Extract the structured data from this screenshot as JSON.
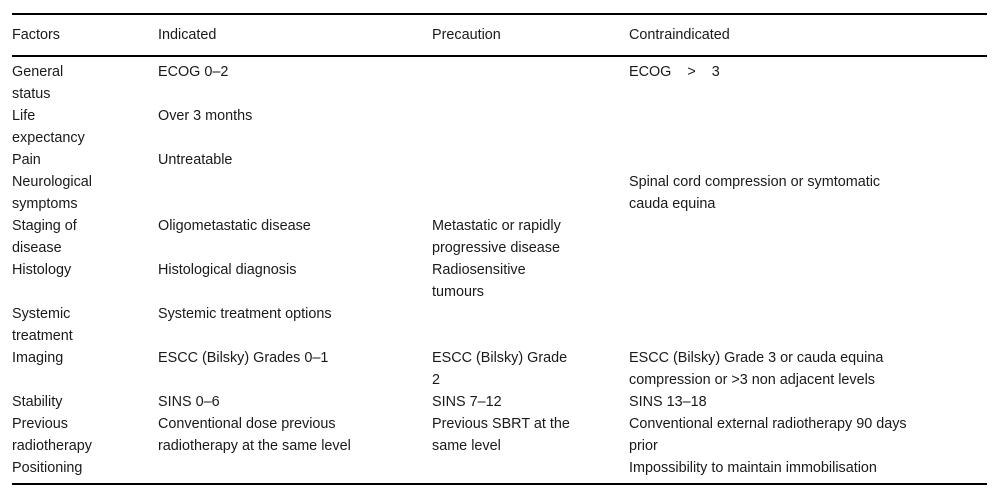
{
  "table": {
    "columns": [
      {
        "key": "factors",
        "label": "Factors"
      },
      {
        "key": "indicated",
        "label": "Indicated"
      },
      {
        "key": "precaution",
        "label": "Precaution"
      },
      {
        "key": "contraindicated",
        "label": "Contraindicated"
      }
    ],
    "rows": [
      {
        "factors": "General\nstatus",
        "indicated": "ECOG 0–2",
        "precaution": "",
        "contraindicated": "ECOG    >    3"
      },
      {
        "factors": "Life\nexpectancy",
        "indicated": "Over 3 months",
        "precaution": "",
        "contraindicated": ""
      },
      {
        "factors": "Pain",
        "indicated": "Untreatable",
        "precaution": "",
        "contraindicated": ""
      },
      {
        "factors": "Neurological\nsymptoms",
        "indicated": "",
        "precaution": "",
        "contraindicated": "Spinal cord compression or symtomatic\ncauda equina"
      },
      {
        "factors": "Staging of\ndisease",
        "indicated": "Oligometastatic disease",
        "precaution": "Metastatic or rapidly\nprogressive disease",
        "contraindicated": ""
      },
      {
        "factors": "Histology",
        "indicated": "Histological diagnosis",
        "precaution": "Radiosensitive\ntumours",
        "contraindicated": ""
      },
      {
        "factors": "Systemic\ntreatment",
        "indicated": "Systemic treatment options",
        "precaution": "",
        "contraindicated": ""
      },
      {
        "factors": "Imaging",
        "indicated": "ESCC (Bilsky) Grades 0–1",
        "precaution": "ESCC (Bilsky) Grade\n2",
        "contraindicated": "ESCC (Bilsky) Grade 3 or cauda equina\ncompression or >3 non adjacent levels"
      },
      {
        "factors": "Stability",
        "indicated": "SINS 0–6",
        "precaution": "SINS 7–12",
        "contraindicated": "SINS 13–18"
      },
      {
        "factors": "Previous\nradiotherapy",
        "indicated": "Conventional dose previous\nradiotherapy at the same level",
        "precaution": "Previous SBRT at the\nsame level",
        "contraindicated": "Conventional external radiotherapy 90 days\nprior"
      },
      {
        "factors": "Positioning",
        "indicated": "",
        "precaution": "",
        "contraindicated": "Impossibility to maintain immobilisation"
      }
    ]
  },
  "style": {
    "rule_color": "#000000",
    "text_color": "#1a1a1a",
    "background": "#ffffff"
  }
}
